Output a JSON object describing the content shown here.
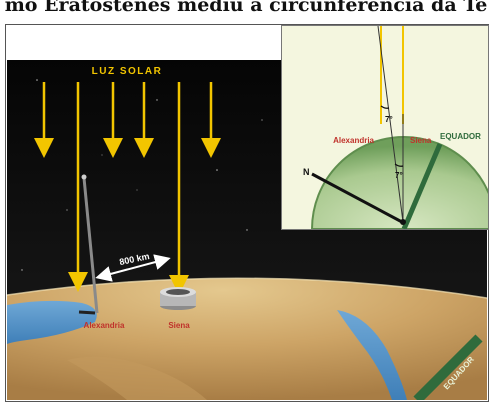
{
  "title": "mo Eratóstenes mediu a circunferência da Te",
  "scene": {
    "sunlight_label": "LUZ SOLAR",
    "distance_label": "800 km",
    "city_left": "Alexandria",
    "city_right": "Siena",
    "equator_label": "EQUADOR"
  },
  "inset": {
    "city_left": "Alexandria",
    "city_right": "Siena",
    "angle_top": "7°",
    "angle_center": "7°",
    "north_label": "N",
    "equator_label": "EQUADOR"
  },
  "colors": {
    "sky": "#0d0d0d",
    "sun_ray": "#f2c500",
    "label_red": "#c0322b",
    "equator_green": "#2f6b3c",
    "globe_green": "#a9c98f"
  }
}
